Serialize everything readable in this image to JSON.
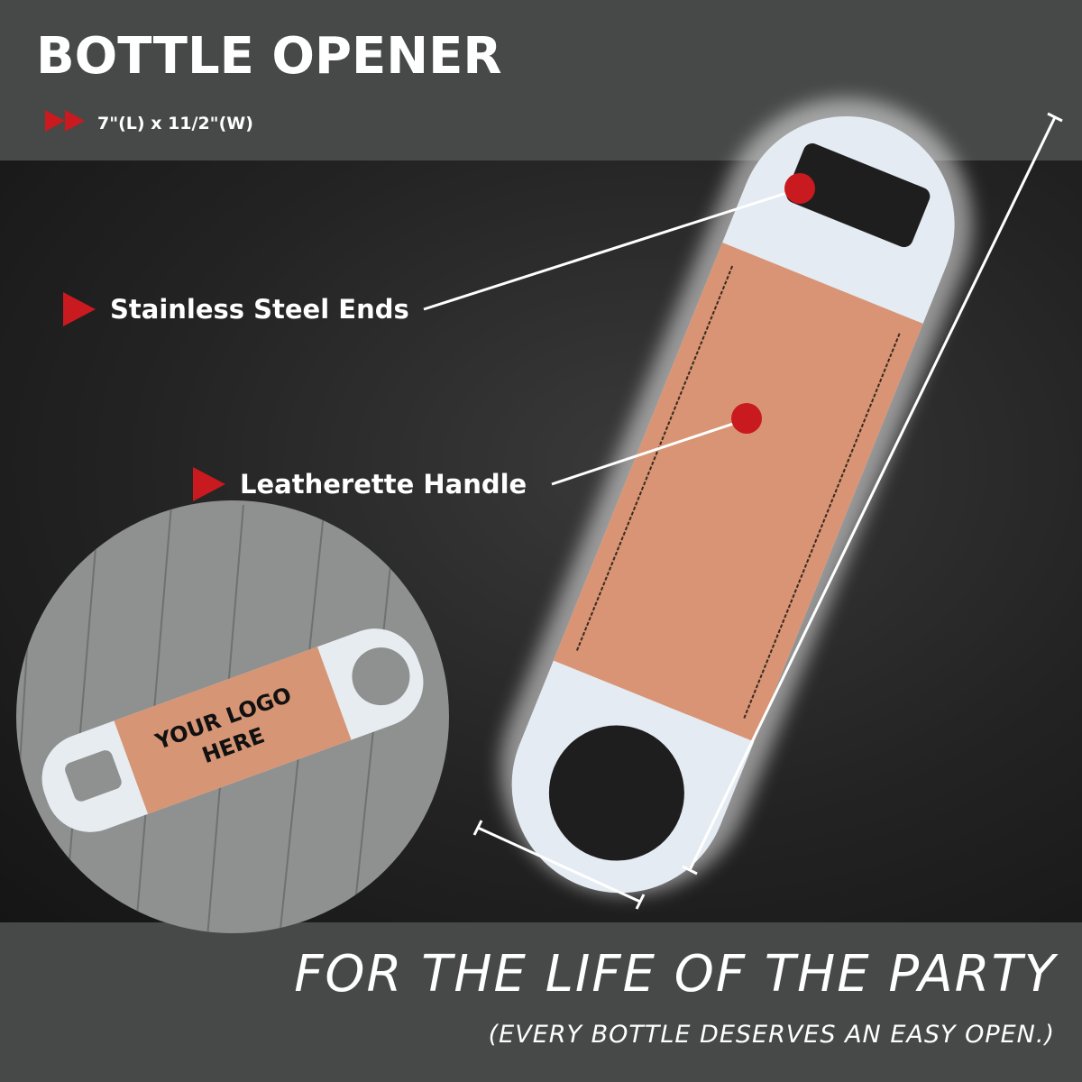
{
  "header": {
    "title": "BOTTLE OPENER",
    "dimensions": "7\"(L) x 11/2\"(W)"
  },
  "callouts": [
    {
      "label": "Stainless Steel Ends"
    },
    {
      "label": "Leatherette Handle"
    }
  ],
  "inset": {
    "engraving_line1": "YOUR LOGO",
    "engraving_line2": "HERE"
  },
  "footer": {
    "tagline": "FOR THE LIFE OF THE PARTY",
    "subtitle": "(EVERY BOTTLE DESERVES AN EASY OPEN.)"
  },
  "colors": {
    "accent": "#c81a1f",
    "band": "#474948",
    "leather": "#d89474",
    "steel": "#e4ebf2"
  }
}
